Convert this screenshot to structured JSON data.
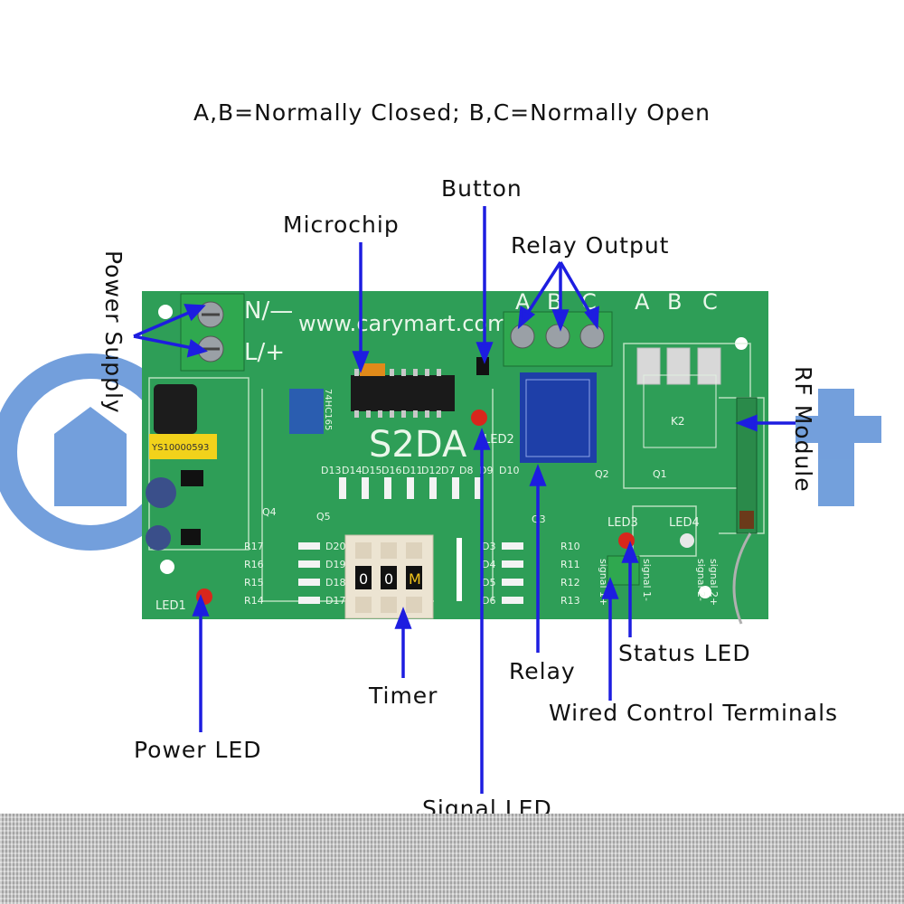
{
  "title": "A,B=Normally Closed; B,C=Normally Open",
  "labels": {
    "power_supply": "Power Supply",
    "microchip": "Microchip",
    "button": "Button",
    "relay_output": "Relay Output",
    "rf_module": "RF Module",
    "power_led": "Power LED",
    "timer": "Timer",
    "signal_led": "Signal LED",
    "relay": "Relay",
    "status_led": "Status LED",
    "wired_control_terminals": "Wired Control Terminals"
  },
  "board": {
    "url": "www.carymart.com",
    "model": "S2DA",
    "chip_text": "74HC165",
    "terminal_n": "N/—",
    "terminal_l": "L/+",
    "abc": [
      "A",
      "B",
      "C"
    ],
    "timer_digits": [
      "0",
      "0",
      "M"
    ],
    "cap_label": "YS10000593",
    "relay_label": "K2",
    "silk": {
      "led1": "LED1",
      "led2": "LED2",
      "led3": "LED3",
      "led4": "LED4",
      "left_res": [
        "R17",
        "R16",
        "R15",
        "R14"
      ],
      "left_diodes": [
        "D20",
        "D19",
        "D18",
        "D17"
      ],
      "right_diodes": [
        "D3",
        "D4",
        "D5",
        "D6"
      ],
      "right_res": [
        "R10",
        "R11",
        "R12",
        "R13"
      ],
      "row_diodes": [
        "D13",
        "D14",
        "D15",
        "D16",
        "D11",
        "D12",
        "D7",
        "D8",
        "D9",
        "D10"
      ],
      "q_labels": [
        "Q1",
        "Q2",
        "Q3",
        "Q4",
        "Q5"
      ],
      "signal_terms": [
        "signal 1+",
        "signal 1-",
        "signal 2-",
        "signal 2+"
      ]
    }
  },
  "colors": {
    "board": "#2e9e57",
    "arrow": "#1d1de0",
    "watermark": "#5b8fd6",
    "terminal": "#2fa84f"
  }
}
